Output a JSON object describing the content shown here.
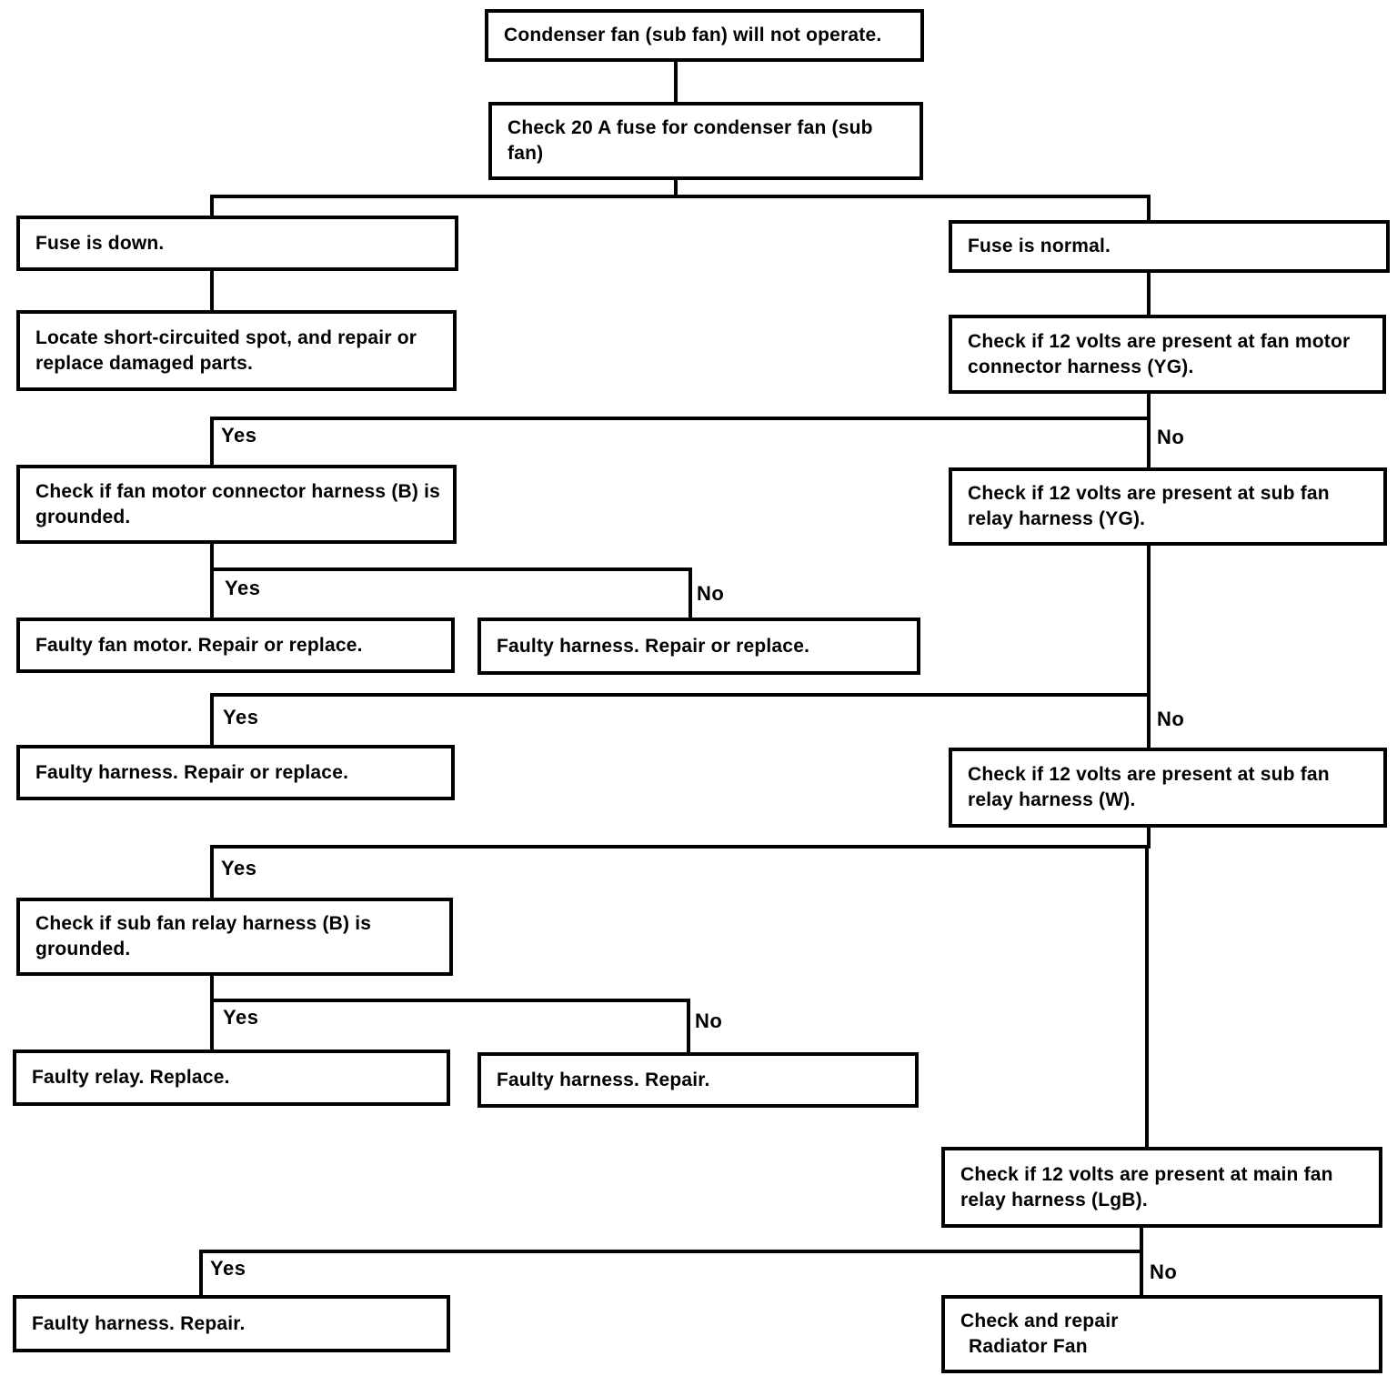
{
  "flowchart": {
    "nodes": {
      "start": "Condenser fan (sub fan) will not operate.",
      "check_fuse": "Check 20 A fuse for condenser fan (sub fan)",
      "fuse_down": "Fuse is down.",
      "fuse_normal": "Fuse is normal.",
      "locate_short": "Locate short-circuited spot, and repair or replace damaged parts.",
      "check_12v_fan_motor": "Check if 12 volts are present at fan motor connector harness (YG).",
      "check_fan_motor_ground": "Check if fan motor connector harness (B) is grounded.",
      "check_12v_subfan_yg": "Check if 12 volts are present at sub fan relay harness (YG).",
      "faulty_fan_motor": "Faulty fan motor. Repair or replace.",
      "faulty_harness_1": "Faulty harness. Repair or replace.",
      "faulty_harness_2": "Faulty harness. Repair or replace.",
      "check_12v_subfan_w": "Check if 12 volts are present at sub fan relay harness (W).",
      "check_subfan_ground": "Check if sub fan relay harness (B) is grounded.",
      "faulty_relay": "Faulty relay. Replace.",
      "faulty_harness_3": "Faulty harness. Repair.",
      "check_12v_mainfan": "Check if 12 volts are present at main fan relay harness (LgB).",
      "faulty_harness_4": "Faulty harness. Repair.",
      "check_radiator": {
        "line1": "Check and repair",
        "line2": "Radiator Fan"
      }
    },
    "labels": {
      "yes": "Yes",
      "no": "No"
    },
    "colors": {
      "ink": "#000000",
      "paper": "#ffffff"
    }
  }
}
